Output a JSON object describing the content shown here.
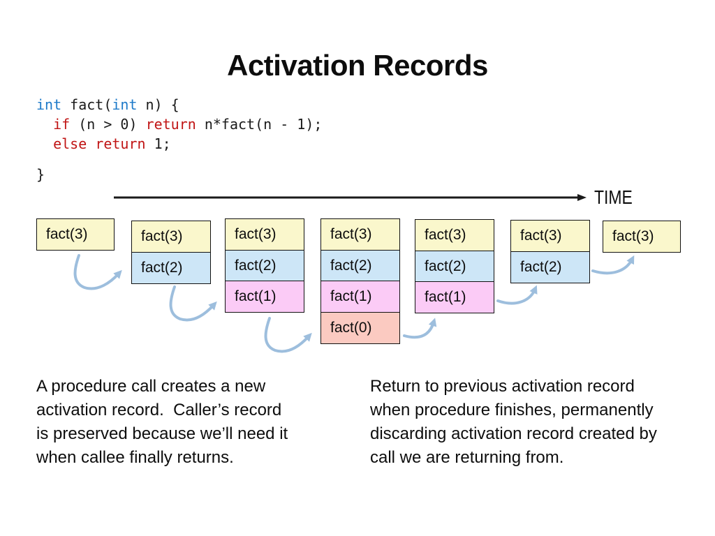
{
  "title": "Activation Records",
  "code": {
    "lines": [
      {
        "tokens": [
          {
            "text": "int",
            "color": "type"
          },
          {
            "text": " fact(",
            "color": "plain"
          },
          {
            "text": "int",
            "color": "type"
          },
          {
            "text": " n) {",
            "color": "plain"
          }
        ]
      },
      {
        "tokens": [
          {
            "text": "  ",
            "color": "plain"
          },
          {
            "text": "if",
            "color": "keyword"
          },
          {
            "text": " (n > 0) ",
            "color": "plain"
          },
          {
            "text": "return",
            "color": "keyword"
          },
          {
            "text": " n*fact(n - 1);",
            "color": "plain"
          }
        ]
      },
      {
        "tokens": [
          {
            "text": "  ",
            "color": "plain"
          },
          {
            "text": "else",
            "color": "keyword"
          },
          {
            "text": " ",
            "color": "plain"
          },
          {
            "text": "return",
            "color": "keyword"
          },
          {
            "text": " 1;",
            "color": "plain"
          }
        ]
      },
      {
        "tokens": [
          {
            "text": "}",
            "color": "plain"
          }
        ]
      }
    ]
  },
  "timeline": {
    "label": "TIME"
  },
  "stacks": [
    {
      "frames": [
        {
          "label": "fact(3)",
          "color": "yellow"
        }
      ]
    },
    {
      "frames": [
        {
          "label": "fact(3)",
          "color": "yellow"
        },
        {
          "label": "fact(2)",
          "color": "blue"
        }
      ]
    },
    {
      "frames": [
        {
          "label": "fact(3)",
          "color": "yellow"
        },
        {
          "label": "fact(2)",
          "color": "blue"
        },
        {
          "label": "fact(1)",
          "color": "pink"
        }
      ]
    },
    {
      "frames": [
        {
          "label": "fact(3)",
          "color": "yellow"
        },
        {
          "label": "fact(2)",
          "color": "blue"
        },
        {
          "label": "fact(1)",
          "color": "pink"
        },
        {
          "label": "fact(0)",
          "color": "salmon"
        }
      ]
    },
    {
      "frames": [
        {
          "label": "fact(3)",
          "color": "yellow"
        },
        {
          "label": "fact(2)",
          "color": "blue"
        },
        {
          "label": "fact(1)",
          "color": "pink"
        }
      ]
    },
    {
      "frames": [
        {
          "label": "fact(3)",
          "color": "yellow"
        },
        {
          "label": "fact(2)",
          "color": "blue"
        }
      ]
    },
    {
      "frames": [
        {
          "label": "fact(3)",
          "color": "yellow"
        }
      ]
    }
  ],
  "paragraphs": {
    "left": {
      "lines": [
        "A procedure call creates a new",
        "activation record.  Caller’s record",
        "is preserved because we’ll need it",
        "when callee finally returns."
      ]
    },
    "right": {
      "lines": [
        "Return to previous activation record",
        "when procedure finishes, permanently",
        "discarding activation record created by",
        "call we are returning from."
      ]
    }
  },
  "colors": {
    "frame_yellow": "#FAF7CC",
    "frame_blue": "#CDE6F7",
    "frame_pink": "#FBCBF6",
    "frame_salmon": "#FBCAC1",
    "arrow": "#9DBEDD",
    "timeline": "#1A1A1A",
    "code_type": "#1E7AC9",
    "code_keyword": "#C01414"
  }
}
